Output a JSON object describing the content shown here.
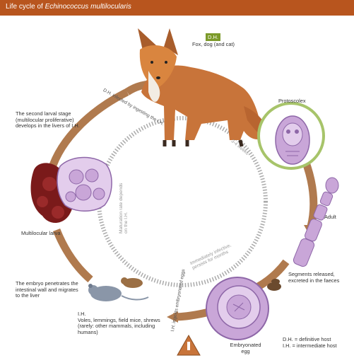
{
  "header": {
    "title_prefix": "Life cycle of ",
    "title_species": "Echinococcus multilocularis"
  },
  "host": {
    "badge": "D.H.",
    "label": "Fox, dog (and cat)"
  },
  "stages": {
    "protoscolex": "Protoscolex",
    "adult": "Adult",
    "segments": "Segments released, excreted in the faeces",
    "embryonated_egg": "Embryonated egg",
    "ih_label": "I.H.",
    "ih_species": "Voles, lemmings, field mice, shrews (rarely: other mammals, including humans)",
    "embryo": "The embryo penetrates the intestinal wall and migrates to the liver",
    "multilocular_larva": "Multilocular larva",
    "second_stage": "The second larval stage (multilocular proliferative) develops in the livers of I.H."
  },
  "arrows": {
    "dh_infected": "D.H. infected by ingesting the I.H.",
    "weeks": "3-4 weeks",
    "maturation": "Maturation rate depends on the I.H.",
    "immediately": "Immediately infective, persists for months",
    "ih_ingests": "I.H. ingests embryonated eggs"
  },
  "legend": {
    "dh": "D.H. = definitive host",
    "ih": "I.H. = intermediate host"
  },
  "colors": {
    "header": "#b8551e",
    "cycle_arrow": "#b07a4e",
    "badge": "#7c9a2a",
    "purple": "#c9a6d8"
  }
}
